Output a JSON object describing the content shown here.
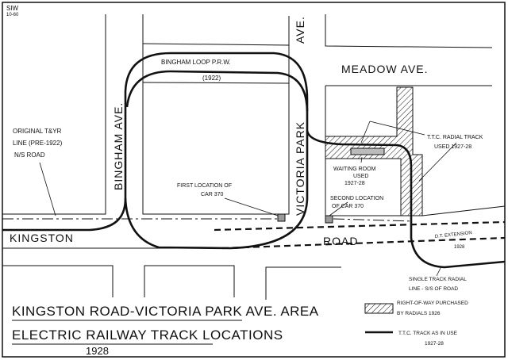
{
  "corner_mark": {
    "line1": "SIW",
    "line2": "10-60"
  },
  "streets": {
    "bingham": "BINGHAM AVE.",
    "victoria_park_1": "VICTORIA PARK",
    "victoria_park_2": "AVE.",
    "meadow": "MEADOW AVE.",
    "kingston": "KINGSTON",
    "road": "ROAD"
  },
  "annotations": {
    "bingham_loop_1": "BINGHAM LOOP P.R.W.",
    "bingham_loop_2": "(1922)",
    "original_line_1": "ORIGINAL T&YR",
    "original_line_2": "LINE (PRE-1922)",
    "original_line_3": "N/S ROAD",
    "first_loc_1": "FIRST LOCATION OF",
    "first_loc_2": "CAR 370",
    "second_loc_1": "SECOND LOCATION",
    "second_loc_2": "OF CAR 370",
    "waiting_1": "WAITING ROOM",
    "waiting_2": "USED",
    "waiting_3": "1927-28",
    "radial_1": "T.T.C. RADIAL TRACK",
    "radial_2": "USED 1927-28",
    "dt_1": "D.T. EXTENSION",
    "dt_2": "1928",
    "single_1": "SINGLE TRACK RADIAL",
    "single_2": "LINE - S/S OF ROAD"
  },
  "title": {
    "line1": "KINGSTON ROAD-VICTORIA PARK AVE. AREA",
    "line2": "ELECTRIC RAILWAY TRACK LOCATIONS",
    "year": "1928"
  },
  "legend": [
    {
      "symbol": "hatch",
      "line1": "RIGHT-OF-WAY PURCHASED",
      "line2": "BY RADIALS 1926"
    },
    {
      "symbol": "solid-line",
      "line1": "T.T.C. TRACK AS IN USE",
      "line2": "1927-28"
    }
  ],
  "colors": {
    "ink": "#111111",
    "paper": "#ffffff",
    "marker": "#9a9a9a"
  }
}
